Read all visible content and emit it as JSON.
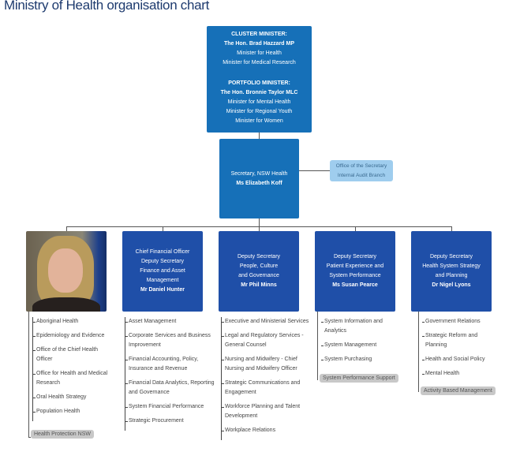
{
  "title": "Ministry of Health organisation chart",
  "minister": {
    "cluster_heading": "CLUSTER MINISTER:",
    "cluster_name": "The Hon. Brad Hazzard MP",
    "cluster_roles": [
      "Minister for Health",
      "Minister for Medical Research"
    ],
    "portfolio_heading": "PORTFOLIO MINISTER:",
    "portfolio_name": "The Hon. Bronnie Taylor MLC",
    "portfolio_roles": [
      "Minister for Mental Health",
      "Minister for Regional Youth",
      "Minister for Women"
    ]
  },
  "secretary": {
    "role": "Secretary, NSW Health",
    "name": "Ms Elizabeth Koff"
  },
  "office": {
    "line1": "Office of the Secretary",
    "line2": "Internal Audit Branch"
  },
  "columns": [
    {
      "lines": [],
      "items": [
        "Aboriginal Health",
        "Epidemiology and Evidence",
        "Office of the Chief Health Officer",
        "Office for Health and Medical Research",
        "Oral Health Strategy",
        "Population Health"
      ],
      "footer": "Health Protection NSW"
    },
    {
      "lines": [
        "Chief Financial Officer",
        "Deputy Secretary",
        "Finance and Asset",
        "Management"
      ],
      "name": "Mr Daniel Hunter",
      "items": [
        "Asset Management",
        "Corporate Services and Business Improvement",
        "Financial Accounting, Policy, Insurance and Revenue",
        "Financial Data Analytics, Reporting and Governance",
        "System Financial Performance",
        "Strategic Procurement"
      ]
    },
    {
      "lines": [
        "Deputy Secretary",
        "People, Culture",
        "and Governance"
      ],
      "name": "Mr Phil Minns",
      "items": [
        "Executive and Ministerial Services",
        "Legal and Regulatory Services - General Counsel",
        "Nursing and Midwifery - Chief Nursing and Midwifery Officer",
        "Strategic Communications and Engagement",
        "Workforce Planning and Talent Development",
        "Workplace Relations"
      ]
    },
    {
      "lines": [
        "Deputy Secretary",
        "Patient Experience and",
        "System Performance"
      ],
      "name": "Ms Susan Pearce",
      "items": [
        "System Information and Analytics",
        "System Management",
        "System Purchasing"
      ],
      "footer": "System Performance Support"
    },
    {
      "lines": [
        "Deputy Secretary",
        "Health System Strategy",
        "and Planning"
      ],
      "name": "Dr Nigel Lyons",
      "items": [
        "Government Relations",
        "Strategic Reform and Planning",
        "Health and Social Policy",
        "Mental Health"
      ],
      "footer": "Activity Based Management"
    }
  ]
}
